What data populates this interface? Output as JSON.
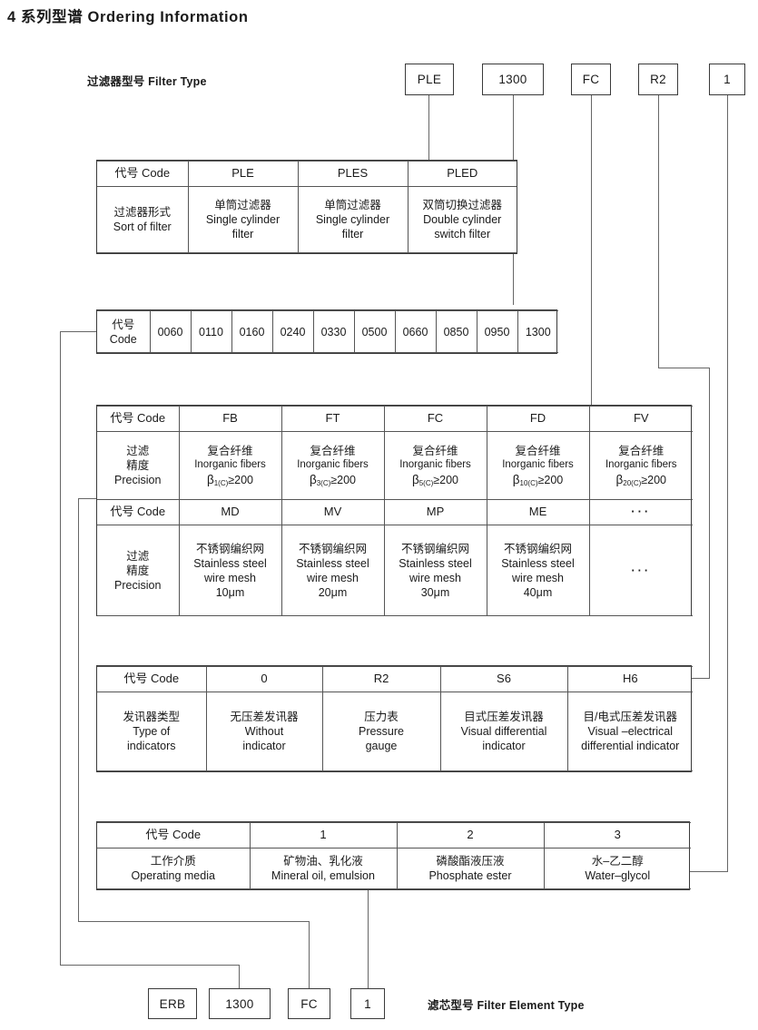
{
  "page": {
    "title": "4 系列型谱 Ordering Information"
  },
  "labels": {
    "filter_type": "过滤器型号  Filter Type",
    "element_type": "滤芯型号 Filter Element Type"
  },
  "top_chips": [
    {
      "name": "filter-series",
      "value": "PLE"
    },
    {
      "name": "filter-size",
      "value": "1300"
    },
    {
      "name": "filter-precision",
      "value": "FC"
    },
    {
      "name": "filter-indicator",
      "value": "R2"
    },
    {
      "name": "filter-media",
      "value": "1"
    }
  ],
  "bottom_chips": [
    {
      "name": "element-series",
      "value": "ERB"
    },
    {
      "name": "element-size",
      "value": "1300"
    },
    {
      "name": "element-precision",
      "value": "FC"
    },
    {
      "name": "element-media",
      "value": "1"
    }
  ],
  "code_label": "代号 Code",
  "code_label_cjk": "代号",
  "code_label_en": "Code",
  "tables": {
    "sort_of_filter": {
      "row_label": {
        "cjk": "过滤器形式",
        "en": "Sort of filter"
      },
      "codes": [
        "PLE",
        "PLES",
        "PLED"
      ],
      "descriptions": [
        {
          "cjk": "单筒过滤器",
          "en1": "Single cylinder",
          "en2": "filter"
        },
        {
          "cjk": "单筒过滤器",
          "en1": "Single cylinder",
          "en2": "filter"
        },
        {
          "cjk": "双筒切换过滤器",
          "en1": "Double cylinder",
          "en2": "switch filter"
        }
      ]
    },
    "size_codes": {
      "values": [
        "0060",
        "0110",
        "0160",
        "0240",
        "0330",
        "0500",
        "0660",
        "0850",
        "0950",
        "1300"
      ]
    },
    "precision_fiber": {
      "row_label": {
        "l1": "过滤",
        "l2": "精度",
        "l3": "Precision"
      },
      "codes": [
        "FB",
        "FT",
        "FC",
        "FD",
        "FV"
      ],
      "material_cjk": "复合纤维",
      "material_en": "Inorganic fibers",
      "beta_subscripts": [
        "1(C)",
        "3(C)",
        "5(C)",
        "10(C)",
        "20(C)"
      ],
      "beta_value": "≥200"
    },
    "precision_mesh": {
      "row_label": {
        "l1": "过滤",
        "l2": "精度",
        "l3": "Precision"
      },
      "codes": [
        "MD",
        "MV",
        "MP",
        "ME",
        "···"
      ],
      "material_cjk": "不锈钢编织网",
      "material_en1": "Stainless steel",
      "material_en2": "wire mesh",
      "sizes": [
        "10μm",
        "20μm",
        "30μm",
        "40μm"
      ],
      "ellipsis": "···"
    },
    "indicators": {
      "row_label": {
        "cjk": "发讯器类型",
        "en1": "Type of",
        "en2": "indicators"
      },
      "codes": [
        "0",
        "R2",
        "S6",
        "H6"
      ],
      "descriptions": [
        {
          "cjk": "无压差发讯器",
          "en1": "Without",
          "en2": "indicator"
        },
        {
          "cjk": "压力表",
          "en1": "Pressure",
          "en2": "gauge"
        },
        {
          "cjk": "目式压差发讯器",
          "en1": "Visual differential",
          "en2": "indicator"
        },
        {
          "cjk": "目/电式压差发讯器",
          "en1": "Visual –electrical",
          "en2": "differential indicator"
        }
      ]
    },
    "operating_media": {
      "row_label": {
        "cjk": "工作介质",
        "en": "Operating media"
      },
      "codes": [
        "1",
        "2",
        "3"
      ],
      "descriptions": [
        {
          "cjk": "矿物油、乳化液",
          "en": "Mineral oil, emulsion"
        },
        {
          "cjk": "磷酸酯液压液",
          "en": "Phosphate ester"
        },
        {
          "cjk": "水–乙二醇",
          "en": "Water–glycol"
        }
      ]
    }
  },
  "colors": {
    "line": "#666666",
    "border": "#3a3a3a",
    "text": "#1a1a1a",
    "background": "#ffffff"
  }
}
